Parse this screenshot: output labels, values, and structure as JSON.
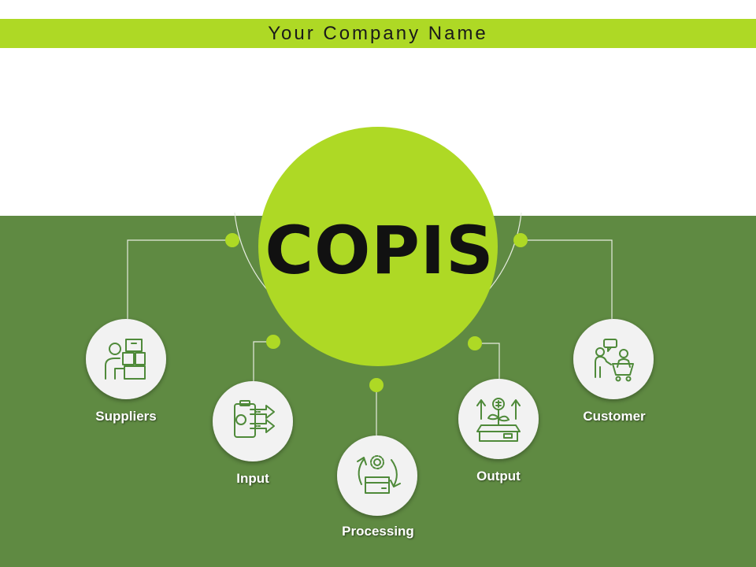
{
  "header": {
    "title": "Your Company Name"
  },
  "center": {
    "title": "COPIS"
  },
  "nodes": [
    {
      "id": "suppliers",
      "label": "Suppliers",
      "icon": "supplier-boxes-icon"
    },
    {
      "id": "input",
      "label": "Input",
      "icon": "clipboard-gear-arrows-icon"
    },
    {
      "id": "processing",
      "label": "Processing",
      "icon": "gear-box-cycle-icon"
    },
    {
      "id": "output",
      "label": "Output",
      "icon": "open-box-money-plant-icon"
    },
    {
      "id": "customer",
      "label": "Customer",
      "icon": "shopper-cart-icon"
    }
  ],
  "colors": {
    "accent": "#aed925",
    "band": "#5f8a42",
    "icon_circle": "#f2f2f2",
    "icon_stroke": "#4f8a3a",
    "line": "#e6ece0",
    "title_text": "#111111"
  }
}
